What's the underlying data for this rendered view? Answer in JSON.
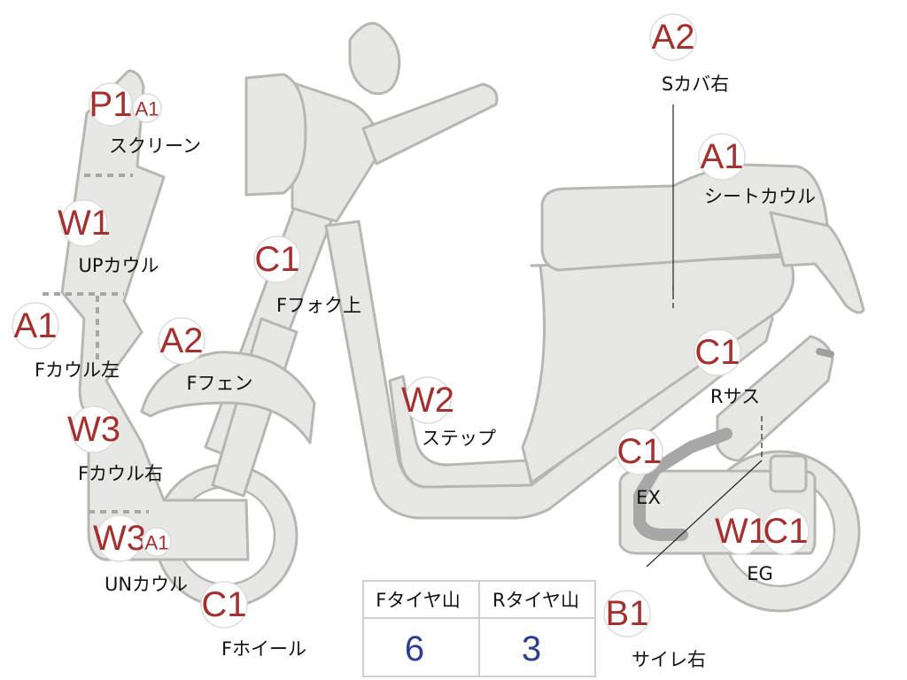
{
  "parts": [
    {
      "id": "screen",
      "code": "P1",
      "sub": "A1",
      "label": "スクリーン"
    },
    {
      "id": "up-cowl",
      "code": "W1",
      "label": "UPカウル"
    },
    {
      "id": "f-cowl-left",
      "code": "A1",
      "label": "Fカウル左"
    },
    {
      "id": "f-cowl-right",
      "code": "W3",
      "label": "Fカウル右"
    },
    {
      "id": "un-cowl",
      "code": "W3",
      "sub": "A1",
      "label": "UNカウル"
    },
    {
      "id": "f-wheel",
      "code": "C1",
      "label": "Fホイール"
    },
    {
      "id": "f-fender",
      "code": "A2",
      "label": "Fフェン"
    },
    {
      "id": "f-fork-upper",
      "code": "C1",
      "label": "Fフォク上"
    },
    {
      "id": "step",
      "code": "W2",
      "label": "ステップ"
    },
    {
      "id": "s-cover-right",
      "code": "A2",
      "label": "Sカバ右"
    },
    {
      "id": "seat-cowl",
      "code": "A1",
      "label": "シートカウル"
    },
    {
      "id": "r-sus",
      "code": "C1",
      "label": "Rサス"
    },
    {
      "id": "exhaust",
      "code": "C1",
      "label": "EX"
    },
    {
      "id": "engine",
      "code": "W1",
      "code2": "C1",
      "label": "EG"
    },
    {
      "id": "silencer-right",
      "code": "B1",
      "label": "サイレ右"
    }
  ],
  "tire_table": {
    "headers": [
      "Fタイヤ山",
      "Rタイヤ山"
    ],
    "values": [
      "6",
      "3"
    ]
  },
  "colors": {
    "code_text": "#a3312f",
    "value_text": "#2c3f8c",
    "body_fill": "#e7e7e3",
    "body_stroke": "#b6b6b2"
  }
}
